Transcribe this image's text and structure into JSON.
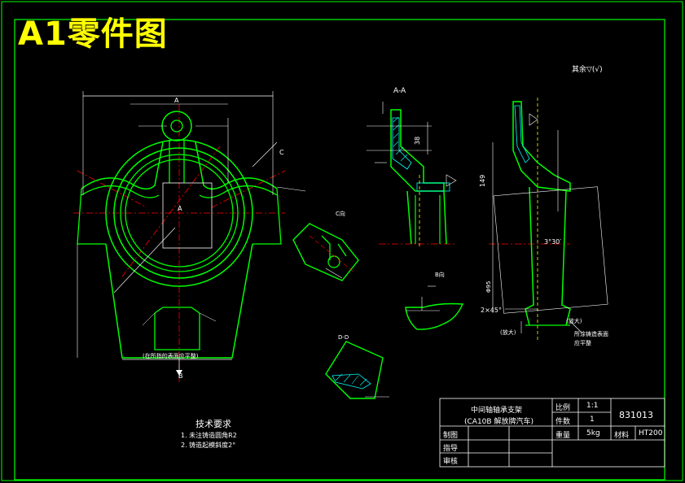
{
  "banner": "A1零件图",
  "views": {
    "section_aa": "A-A",
    "view_c": "C向",
    "view_b": "B向",
    "section_dd": "D-D",
    "dim_149": "149",
    "dim_38": "38",
    "dim_angle": "3°30′",
    "dim_chamfer": "2×45°",
    "dim_95": "Φ95",
    "mark_a": "A",
    "mark_b": "B",
    "mark_c": "C",
    "enlarged_1": "(放大)",
    "enlarged_2": "(放大)",
    "note_surface_1": "所涂铸造表面",
    "note_surface_2": "应平整",
    "note_front": "(在所指的表面应平整)"
  },
  "roughness_note": "其余▽(√)",
  "tech_requirements": {
    "title": "技术要求",
    "items": [
      "1. 未注铸造圆角R2",
      "2. 铸造起模斜度2°"
    ]
  },
  "title_block": {
    "part_name_1": "中间轴轴承支架",
    "part_name_2": "(CA10B 解放牌汽车)",
    "scale_label": "比例",
    "scale_value": "1:1",
    "qty_label": "件数",
    "qty_value": "1",
    "weight_label": "重量",
    "weight_value": "5kg",
    "material_label": "材料",
    "material_value": "HT200",
    "drawing_no": "831013",
    "drawn_label": "制图",
    "guide_label": "指导",
    "review_label": "审核"
  },
  "colors": {
    "background": "#000000",
    "border": "#00ff00",
    "outline": "#00ff00",
    "dimension": "#ffffff",
    "centerline": "#ff0000",
    "hatch": "#00ffff",
    "hidden": "#ffff00",
    "banner": "#ffff00"
  }
}
